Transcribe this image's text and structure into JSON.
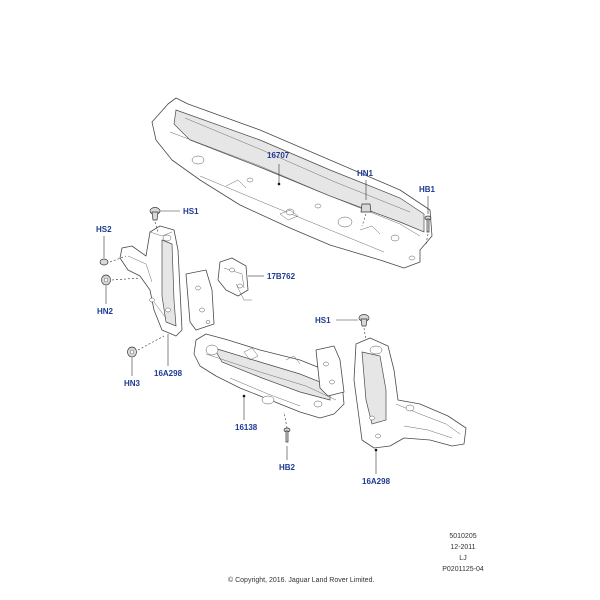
{
  "callouts": {
    "c16707": "16707",
    "hn1": "HN1",
    "hb1": "HB1",
    "hs1_left": "HS1",
    "hs2": "HS2",
    "c17b762": "17B762",
    "hn2": "HN2",
    "hs1_right": "HS1",
    "c16a298_left": "16A298",
    "hn3": "HN3",
    "c16138": "16138",
    "hb2": "HB2",
    "c16a298_right": "16A298"
  },
  "footer": {
    "line1": "5010205",
    "line2": "12-2011",
    "line3": "LJ",
    "line4": "P0201125-04",
    "copyright": "© Copyright, 2016. Jaguar Land Rover Limited."
  },
  "colors": {
    "callout_text": "#1f3a93",
    "outline": "#4a4a4a"
  }
}
